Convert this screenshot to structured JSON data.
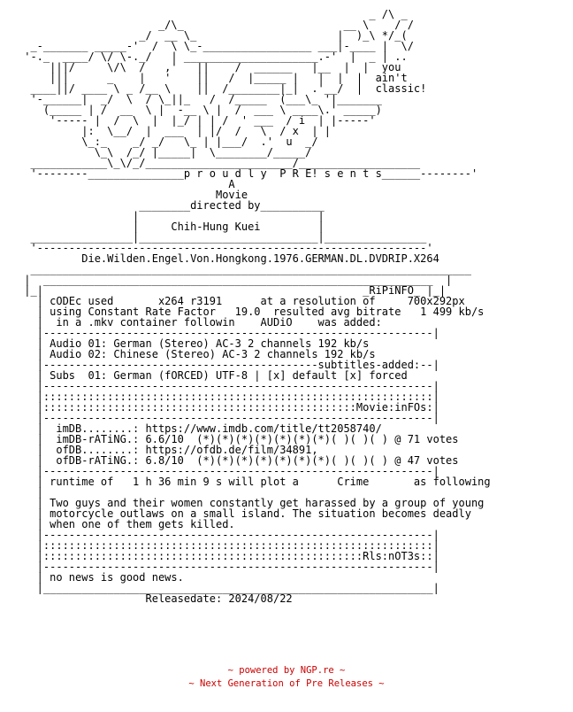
{
  "nfo": {
    "lines": [
      "                                                       _ /\\ _",
      "                      _/\\_                         __ \\    / /",
      "                   _/  __ \\_                      |  )_\\ */_(",
      "  _-_______ _____-'  /  \\ \\_-_________________ ___|-____ |  \\/",
      " '-._  ____/ \\/ \\-._/   | _____________________.-'  |  _ | ..",
      "     |||/     \\/\\  /   ,'   ||    /  ______   |__  |  |  you",
      "     |||      _    |   '    ||   /  |_____ |   |  |  |  ain't",
      "  ____||/ ____ \\ _ /__ \\    ||  /________|_|  .'__/  |  classic!",
      "  '-______|  _/  \\  / \\_||_   /  /_____  (___\\_ '|_______",
      "    (_____ | /  __  \\ |  -__ \\ |  /  ___ \\ ____\\.' _____)",
      "     '----- |  /  \\  |  |_/ | | /  ' ___  / i  | |-----'",
      "          |:  \\__/  |  ___  | |/  /   \\  / x  | |",
      "          \\_:_    _/ _/   \\_ | |___/  .'  u  _/",
      "            \\_\\  /_/ |_____|  \\________/_____/",
      "  ____________\\_\\/_/_______________________/___________________",
      "  '--------_______________p r o u d l y  P R E! s e n t s______--------'",
      "                                 A",
      "                               Movie",
      "                   ________directed by__________",
      "                  |                            |",
      "                  |     Chih-Hung Kuei         |",
      "  ________________|____________________________|________________",
      "  '-------------------------------------------------------------'",
      "          Die.Wilden.Engel.Von.Hongkong.1976.GERMAN.DL.DVDRIP.X264",
      "  _____________________________________________________________________",
      " |  _____________________________________________________________  |",
      " |_|                                                  _RiPiNFO_ |_|",
      "   | cODEc used       x264 r3191      at a resolution of     700x292px",
      "   | using Constant Rate Factor   19.0  resulted avg bitrate   1 499 kb/s",
      "   |  in a .mkv container followin    AUDiO    was added:",
      "   |-------------------------------------------------------------|",
      "   | Audio 01: German (Stereo) AC-3 2 channels 192 kb/s",
      "   | Audio 02: Chinese (Stereo) AC-3 2 channels 192 kb/s",
      "   |-------------------------------------------subtitles-added:--|",
      "   | Subs  01: German (fORCED) UTF-8 | [x] default [x] forced",
      "   |-------------------------------------------------------------|",
      "   |:::::::::::::::::::::::::::::::::::::::::::::::::::::::::::::|",
      "   |:::::::::::::::::::::::::::::::::::::::::::::::::Movie:inFOs:|",
      "   |-------------------------------------------------------------|",
      "   |  imDB........: https://www.imdb.com/title/tt2058740/",
      "   |  imDB-rATiNG.: 6.6/10  (*)(*)(*)(*)(*)(*)(*)( )( )( ) @ 71 votes",
      "   |  ofDB........: https://ofdb.de/film/34891,",
      "   |  ofDB-rATiNG.: 6.8/10  (*)(*)(*)(*)(*)(*)(*)( )( )( ) @ 47 votes",
      "   |-------------------------------------------------------------|",
      "   | runtime of   1 h 36 min 9 s will plot a      Crime       as following",
      "   |",
      "   | Two guys and their women constantly get harassed by a group of young",
      "   | motorcycle outlaws on a small island. The situation becomes deadly",
      "   | when one of them gets killed.",
      "   |-------------------------------------------------------------|",
      "   |:::::::::::::::::::::::::::::::::::::::::::::::::::::::::::::|",
      "   |::::::::::::::::::::::::::::::::::::::::::::::::::Rls:nOT3s::|",
      "   |-------------------------------------------------------------|",
      "   | no news is good news.",
      "   |_____________________________________________________________|",
      "                    Releasedate: 2024/08/22"
    ]
  },
  "footer": {
    "line1": "~ powered by NGP.re ~",
    "line2": "~ Next Generation of Pre Releases ~"
  },
  "colors": {
    "text": "#000000",
    "footer": "#cc0000",
    "background": "#ffffff"
  }
}
